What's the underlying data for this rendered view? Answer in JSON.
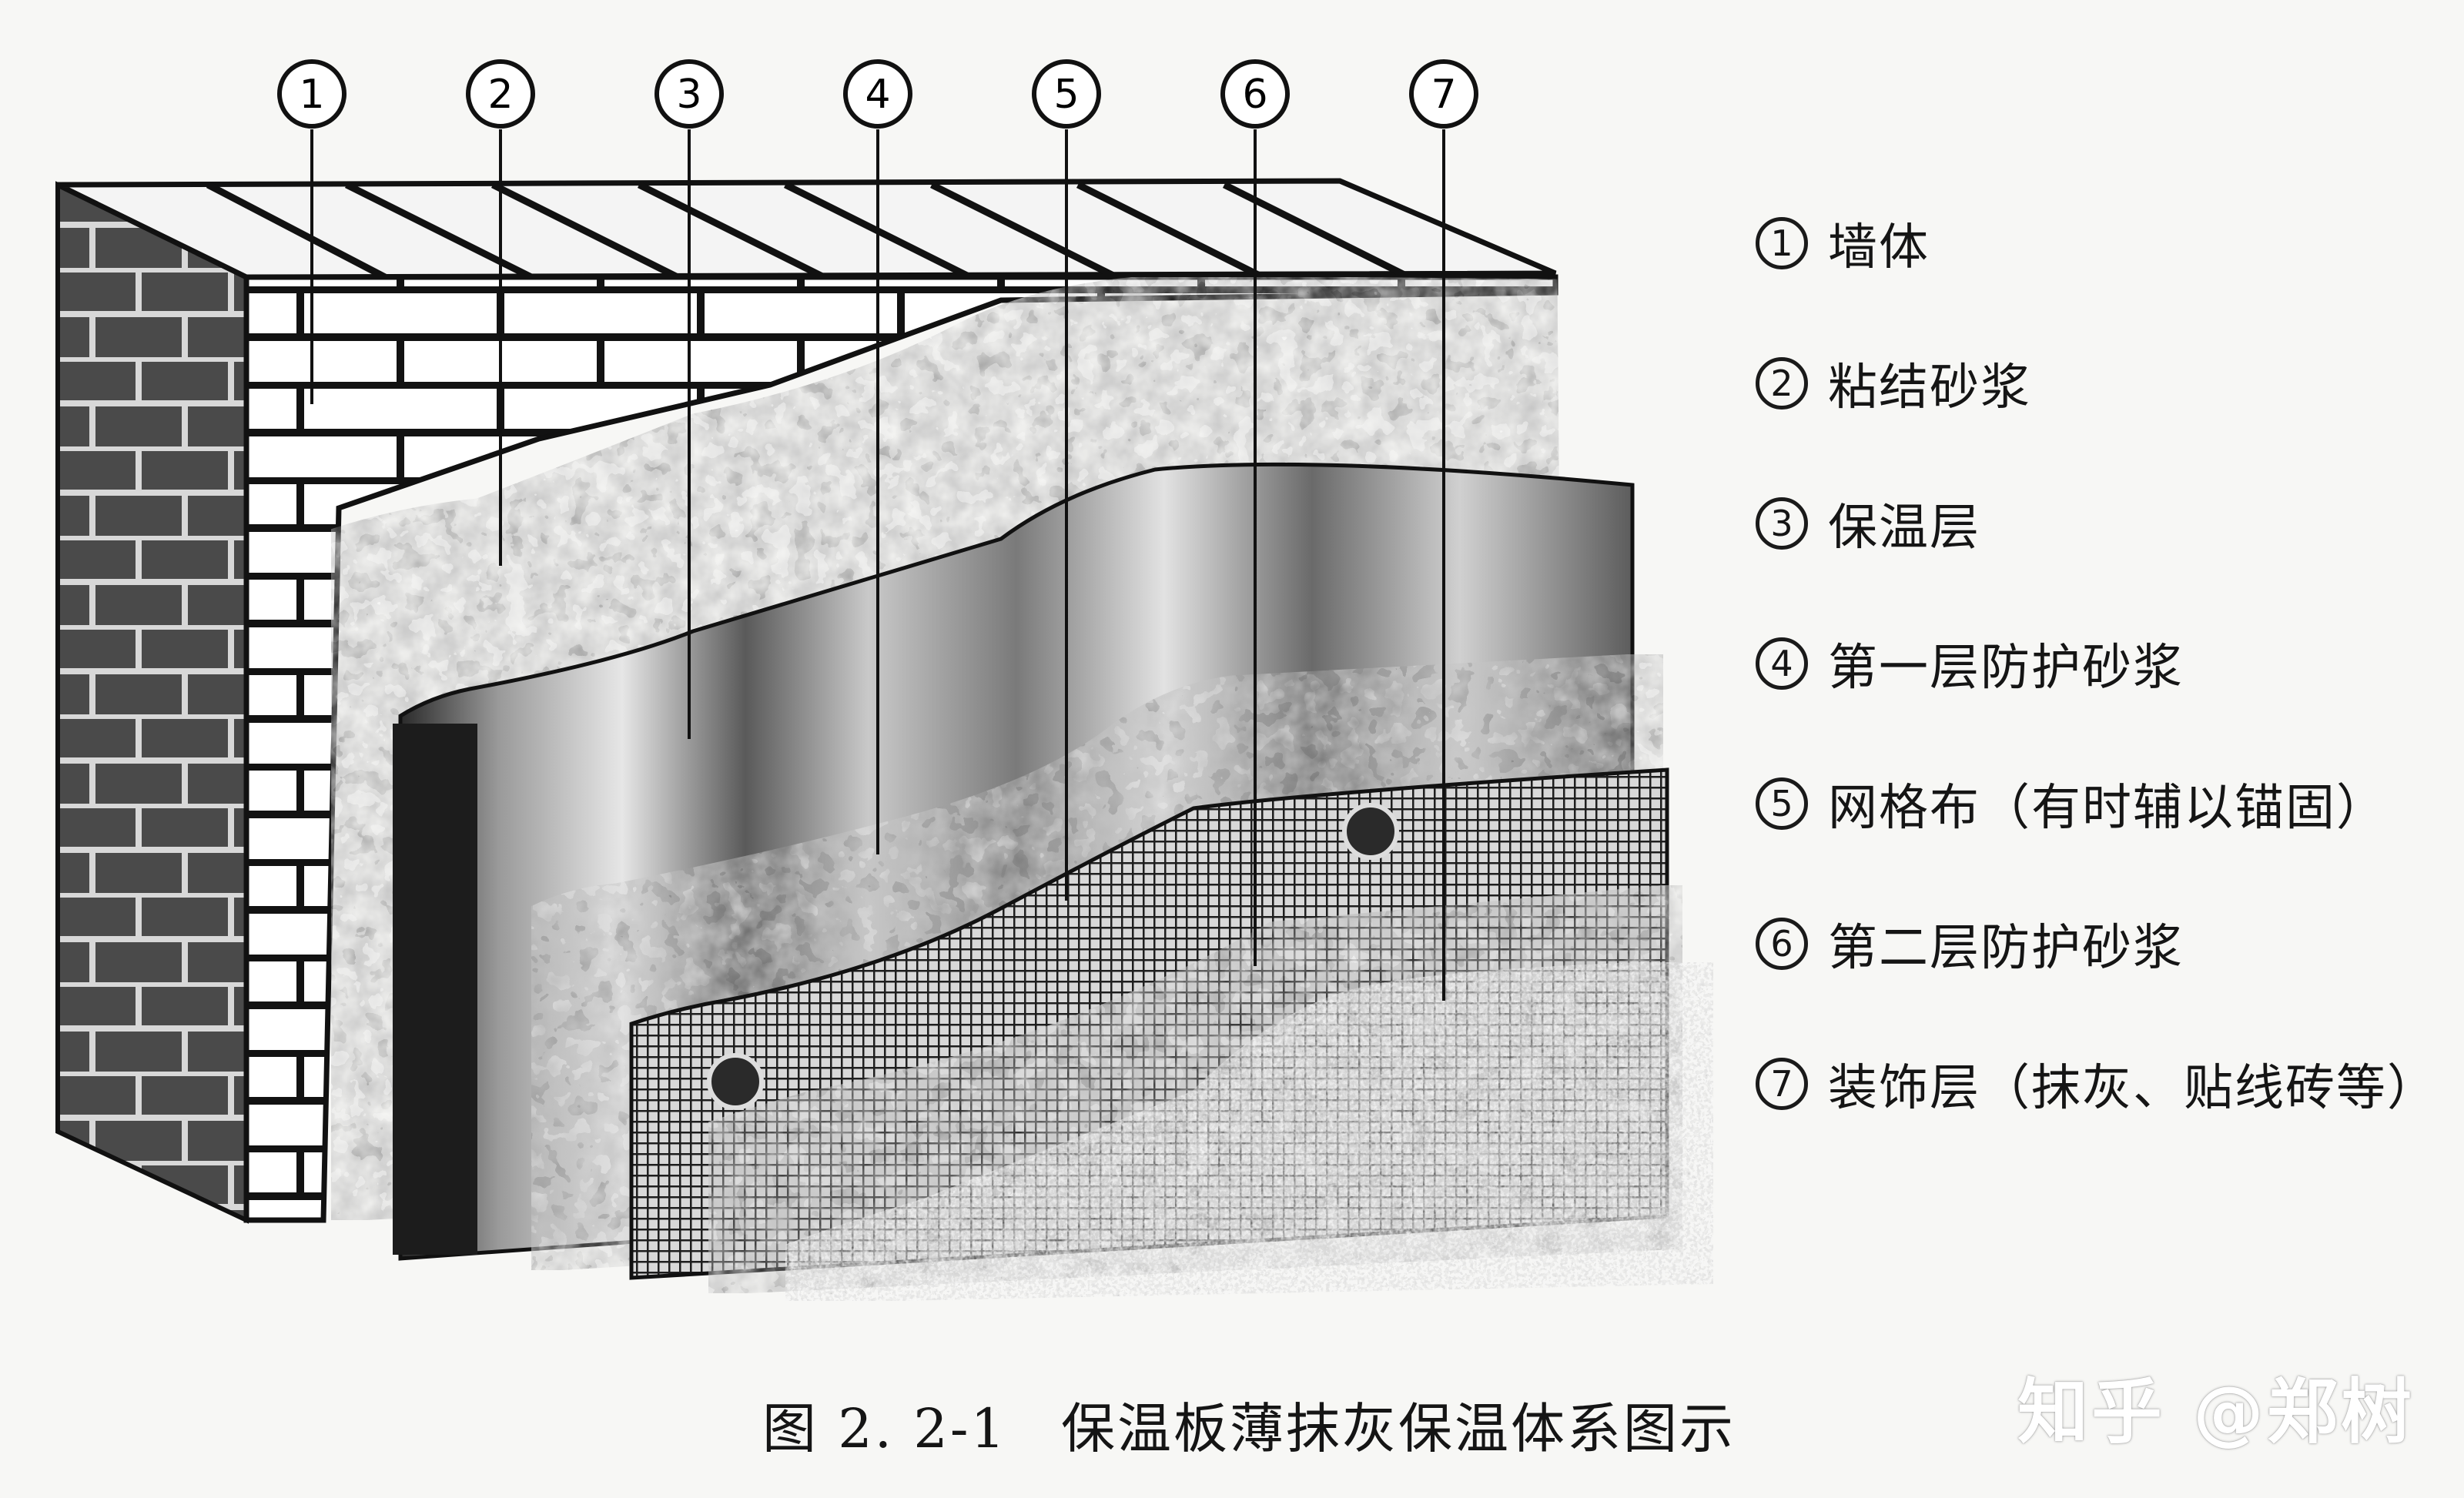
{
  "diagram": {
    "callouts": [
      "1",
      "2",
      "3",
      "4",
      "5",
      "6",
      "7"
    ],
    "legend": [
      {
        "num": "1",
        "label": "墙体"
      },
      {
        "num": "2",
        "label": "粘结砂浆"
      },
      {
        "num": "3",
        "label": "保温层"
      },
      {
        "num": "4",
        "label": "第一层防护砂浆"
      },
      {
        "num": "5",
        "label": "网格布（有时辅以锚固）"
      },
      {
        "num": "6",
        "label": "第二层防护砂浆"
      },
      {
        "num": "7",
        "label": "装饰层（抹灰、贴线砖等）"
      }
    ],
    "caption": {
      "fig_no": "图 2. 2-1",
      "title": "保温板薄抹灰保温体系图示"
    },
    "watermark": "知乎 @郑树"
  }
}
